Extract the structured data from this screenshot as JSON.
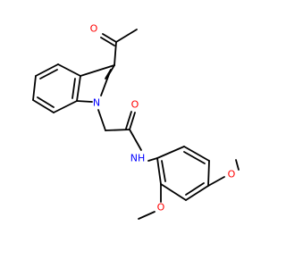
{
  "molecule": {
    "colors": {
      "carbon_bond": "#000000",
      "oxygen": "#ff0000",
      "nitrogen": "#0000ff"
    },
    "atoms": {
      "acetyl_oxygen": "O",
      "indole_nitrogen": "N",
      "amide_oxygen": "O",
      "amide_nh": "NH",
      "methoxy_oxygen_para": "O",
      "methoxy_oxygen_ortho": "O"
    }
  }
}
